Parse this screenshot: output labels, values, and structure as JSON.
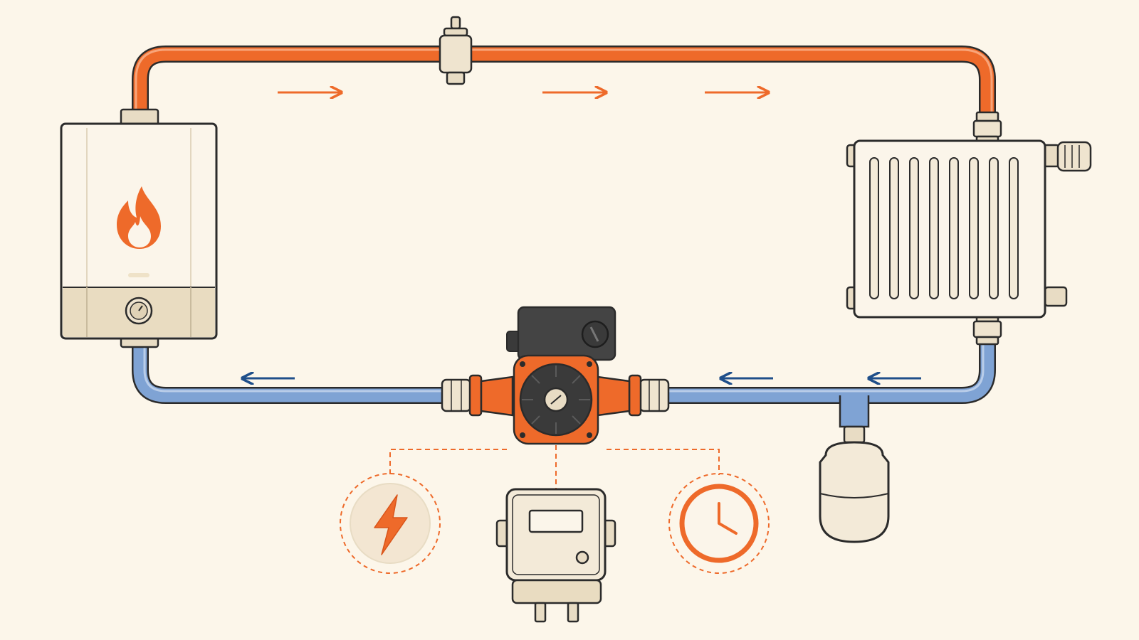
{
  "diagram": {
    "components": [
      {
        "id": "boiler",
        "icon": "flame-icon"
      },
      {
        "id": "radiator",
        "icon": "radiator-icon"
      },
      {
        "id": "circulator-pump",
        "icon": "pump-icon"
      },
      {
        "id": "expansion-vessel",
        "icon": "expansion-tank-icon"
      },
      {
        "id": "air-vent",
        "icon": "air-vent-icon"
      },
      {
        "id": "power",
        "icon": "lightning-bolt-icon"
      },
      {
        "id": "pump-controller",
        "icon": "control-box-icon"
      },
      {
        "id": "timer",
        "icon": "clock-icon"
      }
    ],
    "flow": {
      "supply": {
        "direction": "right",
        "arrows": 3
      },
      "return": {
        "direction": "left",
        "arrows": 3
      }
    }
  },
  "colors": {
    "background": "#fcf6ea",
    "supply_pipe": "#ee6a2a",
    "return_pipe": "#7fa3d4",
    "return_arrow": "#1f4f8a",
    "accent": "#e8601f",
    "outline": "#2b2b2b",
    "fitting": "#e8dcc4",
    "appliance": "#fbf5ea"
  }
}
